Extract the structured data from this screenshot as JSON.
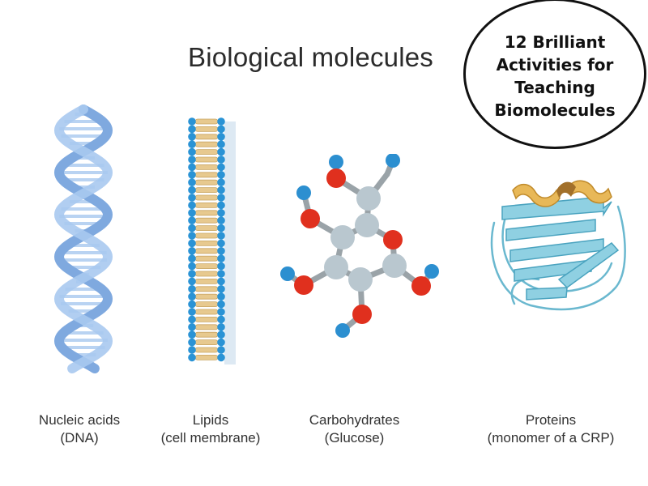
{
  "title": "Biological molecules",
  "badge": {
    "lines": [
      "12 Brilliant",
      "Activities for",
      "Teaching",
      "Biomolecules"
    ]
  },
  "molecules": [
    {
      "name": "Nucleic acids",
      "detail": "(DNA)",
      "icon": "dna-double-helix"
    },
    {
      "name": "Lipids",
      "detail": "(cell membrane)",
      "icon": "lipid-bilayer"
    },
    {
      "name": "Carbohydrates",
      "detail": "(Glucose)",
      "icon": "glucose-ball-and-stick"
    },
    {
      "name": "Proteins",
      "detail": "(monomer of a CRP)",
      "icon": "protein-ribbon"
    }
  ],
  "colors": {
    "dna": "#8fb8e8",
    "lipid_head": "#2a93d5",
    "lipid_tail": "#e7c98f",
    "carbon": "#b9c7cf",
    "oxygen": "#e0301e",
    "hydrogen": "#2c8fd0",
    "protein": "#7cc6d8",
    "protein_helix": "#e8b858"
  }
}
